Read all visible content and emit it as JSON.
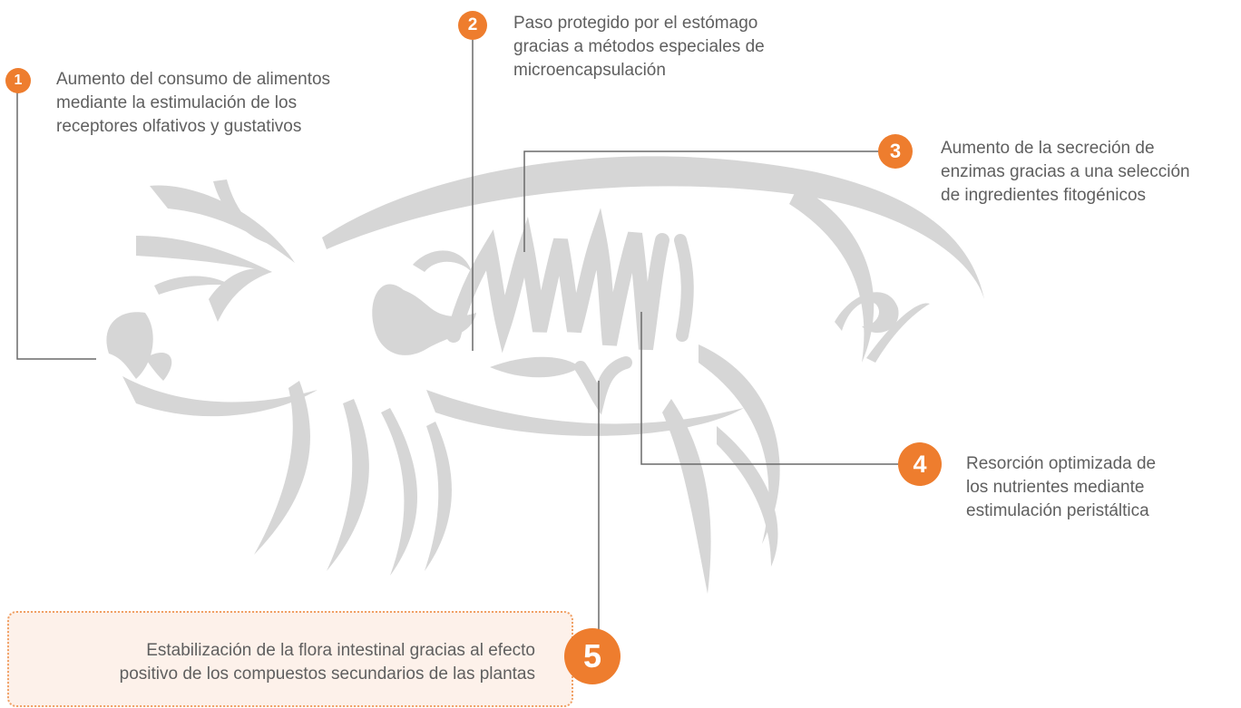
{
  "colors": {
    "accent": "#ee7d2e",
    "silhouette": "#d6d6d6",
    "leader": "#6a6a6a",
    "text": "#5f5f5f",
    "callout_bg": "#fdf1ea"
  },
  "steps": [
    {
      "number": "1",
      "text_lines": [
        "Aumento del consumo de alimentos",
        "mediante la estimulación de los",
        "receptores olfativos y gustativos"
      ]
    },
    {
      "number": "2",
      "text_lines": [
        "Paso protegido por el estómago",
        "gracias a métodos especiales de",
        "microencapsulación"
      ]
    },
    {
      "number": "3",
      "text_lines": [
        "Aumento de la secreción de",
        "enzimas gracias a una selección",
        "de ingredientes fitogénicos"
      ]
    },
    {
      "number": "4",
      "text_lines": [
        "Resorción optimizada de",
        "los nutrientes mediante",
        "estimulación peristáltica"
      ]
    },
    {
      "number": "5",
      "text_lines": [
        "Estabilización de la flora intestinal gracias al efecto",
        "positivo de los compuestos secundarios de las plantas"
      ]
    }
  ]
}
